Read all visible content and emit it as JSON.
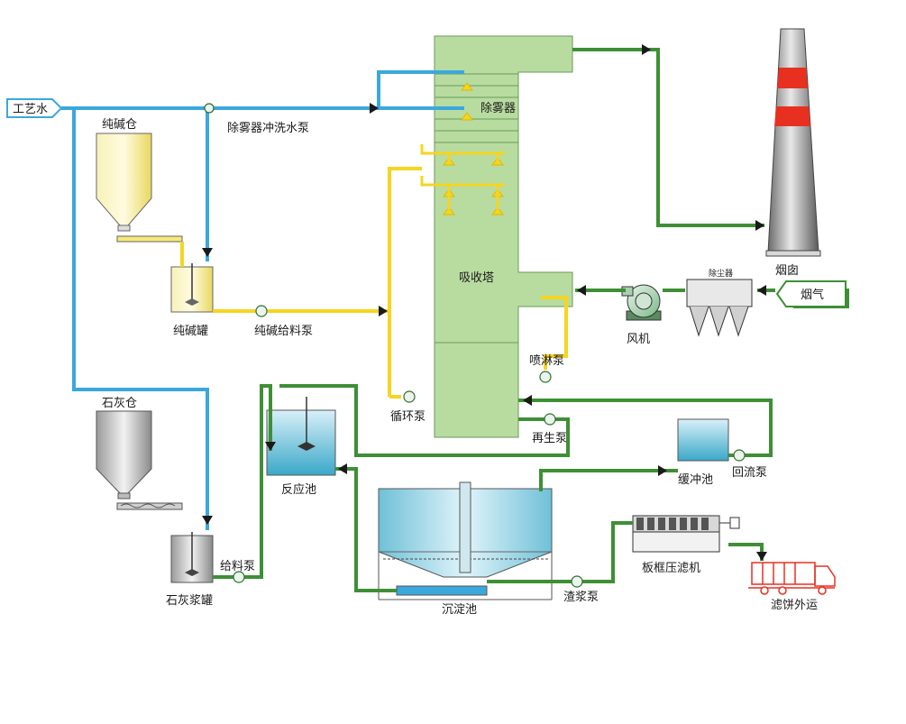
{
  "labels": {
    "process_water": "工艺水",
    "mist_wash_pump": "除雾器冲洗水泵",
    "demister": "除雾器",
    "soda_silo": "纯碱仓",
    "soda_tank": "纯碱罐",
    "soda_feed_pump": "纯碱给料泵",
    "absorber": "吸收塔",
    "circulation_pump": "循环泵",
    "spray_pump": "喷淋泵",
    "regen_pump": "再生泵",
    "chimney": "烟囱",
    "dust_collector": "除尘器",
    "flue_gas": "烟气",
    "fan": "风机",
    "lime_silo": "石灰仓",
    "lime_tank": "石灰浆罐",
    "feed_pump": "给料泵",
    "reaction_tank": "反应池",
    "buffer_tank": "缓冲池",
    "return_pump": "回流泵",
    "settling_tank": "沉淀池",
    "slurry_pump": "渣浆泵",
    "filter_press": "板框压滤机",
    "cake_out": "滤饼外运"
  },
  "colors": {
    "water_pipe": "#3aa8dc",
    "soda_pipe": "#f5d520",
    "slurry_pipe": "#3e8f35",
    "tower": "#b8dca0",
    "chimney_stripe": "#e83020",
    "truck": "#e83020"
  }
}
